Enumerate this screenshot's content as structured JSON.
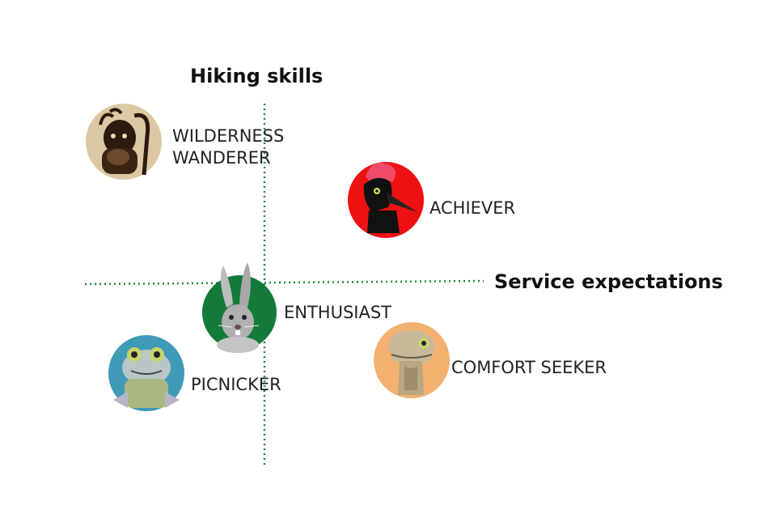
{
  "axes": {
    "vertical_title": "Hiking skills",
    "horizontal_title": "Service expectations",
    "line_color": "#1e8a3a"
  },
  "personas": [
    {
      "id": "wilderness-wanderer",
      "label_lines": [
        "WILDERNESS",
        "WANDERER"
      ],
      "animal": "beetle",
      "circle_color": "#dcc9a3"
    },
    {
      "id": "achiever",
      "label_lines": [
        "ACHIEVER"
      ],
      "animal": "woodpecker",
      "circle_color": "#ee1111"
    },
    {
      "id": "enthusiast",
      "label_lines": [
        "ENTHUSIAST"
      ],
      "animal": "rabbit",
      "circle_color": "#137a3a"
    },
    {
      "id": "picnicker",
      "label_lines": [
        "PICNICKER"
      ],
      "animal": "frog",
      "circle_color": "#3f9ab8"
    },
    {
      "id": "comfort-seeker",
      "label_lines": [
        "COMFORT SEEKER"
      ],
      "animal": "lizard",
      "circle_color": "#f4b06f"
    }
  ]
}
